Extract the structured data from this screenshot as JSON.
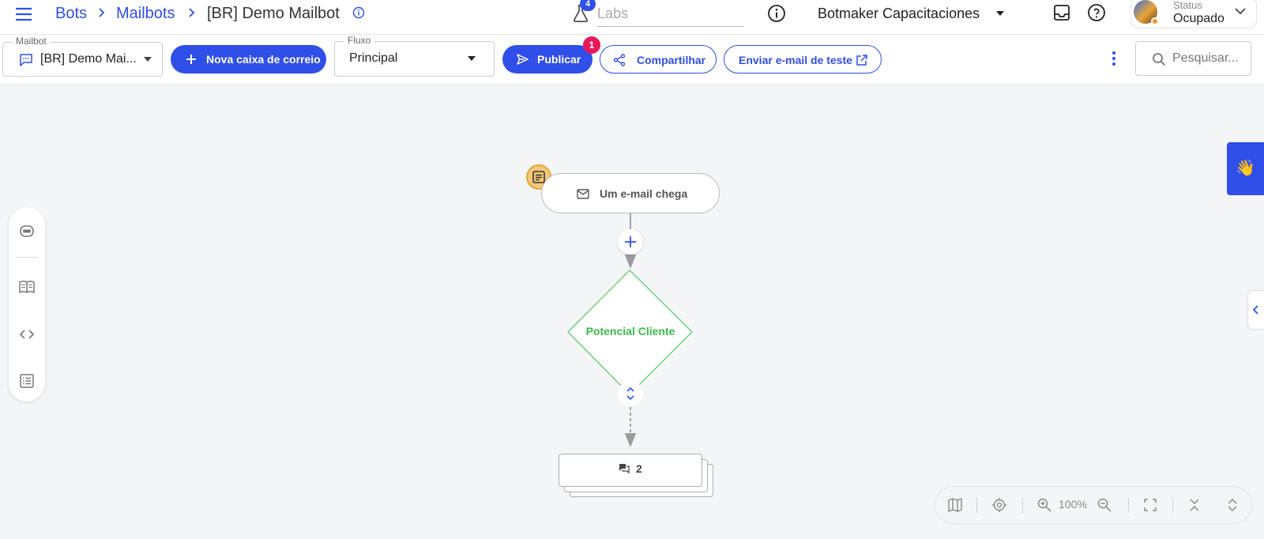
{
  "header": {
    "breadcrumb": [
      "Bots",
      "Mailbots",
      "[BR] Demo Mailbot"
    ],
    "labs_badge": "4",
    "labs_placeholder": "Labs",
    "company": "Botmaker Capacitaciones",
    "status_label": "Status",
    "status_value": "Ocupado"
  },
  "toolbar": {
    "mailbot_label": "Mailbot",
    "mailbot_value": "[BR] Demo Mai...",
    "new_mailbox_label": "Nova caixa de correio",
    "flow_label": "Fluxo",
    "flow_value": "Principal",
    "publish_label": "Publicar",
    "publish_badge": "1",
    "share_label": "Compartilhar",
    "send_test_label": "Enviar e-mail de teste",
    "search_placeholder": "Pesquisar..."
  },
  "canvas": {
    "trigger_label": "Um e-mail chega",
    "condition_label": "Potencial Cliente",
    "stack_count": "2"
  },
  "view_controls": {
    "zoom": "100%"
  },
  "colors": {
    "accent": "#2f4fe8",
    "badge": "#e5195b",
    "condition": "#3cb84c",
    "note": "#f4c87a",
    "status_dot": "#f39a1e"
  },
  "icons": [
    "menu-icon",
    "chevron-right-icon",
    "info-icon",
    "flask-icon",
    "caret-down-icon",
    "inbox-icon",
    "help-icon",
    "chevron-down-icon",
    "chat-icon",
    "plus-icon",
    "send-icon",
    "share-icon",
    "external-link-icon",
    "more-vert-icon",
    "search-icon",
    "bot-icon",
    "book-icon",
    "code-icon",
    "list-icon",
    "wave-icon",
    "chevron-left-icon",
    "note-icon",
    "mail-icon",
    "unfold-icon",
    "forum-icon",
    "map-icon",
    "locate-icon",
    "zoom-in-icon",
    "zoom-out-icon",
    "fullscreen-icon",
    "collapse-all-icon",
    "expand-all-icon"
  ]
}
